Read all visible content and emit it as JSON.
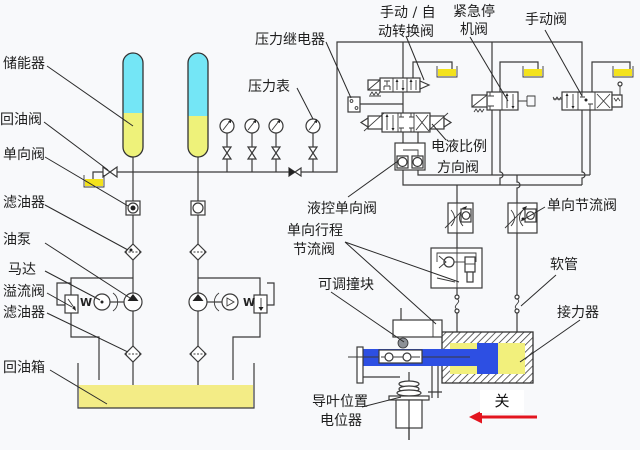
{
  "left_system": {
    "accumulator": "储能器",
    "return_valve": "回油阀",
    "check_valve": "单向阀",
    "filter_upper": "滤油器",
    "oil_pump": "油泵",
    "motor": "马达",
    "relief_valve": "溢流阀",
    "filter_lower": "滤油器",
    "return_tank": "回油箱",
    "motor_marker_left": "W",
    "motor_marker_right": "W"
  },
  "control_system": {
    "pressure_relay": "压力继电器",
    "pressure_gauge": "压力表",
    "manual_auto_switch_valve": [
      "手动 / 自",
      "动转换阀"
    ],
    "emergency_stop_valve": [
      "紧急停",
      "机阀"
    ],
    "manual_valve": "手动阀",
    "proportional_directional_valve": [
      "电液比例",
      "方向阀"
    ],
    "pilot_check_valve": "液控单向阀",
    "one_way_throttle_valve": "单向节流阀",
    "one_way_stroke_throttle_valve": [
      "单向行程",
      "节流阀"
    ],
    "hose": "软管",
    "adjustable_stop_block": "可调撞块",
    "servomotor": "接力器",
    "guide_vane_position_potentiometer": [
      "导叶位置",
      "电位器"
    ]
  },
  "motion": {
    "direction_label": "关",
    "arrow_direction": "left"
  },
  "pressure_gauge_count": 4,
  "colors": {
    "gas": "#74e6f6",
    "accumulator_oil": "#eef27a",
    "tank_oil": "#f3ec86",
    "drain_tank_oil": "#f3e21c",
    "servo_oil": "#f2f07c",
    "piston": "#2d4fe3",
    "arrow": "#e3151f",
    "stop_block": "#8c9096"
  }
}
